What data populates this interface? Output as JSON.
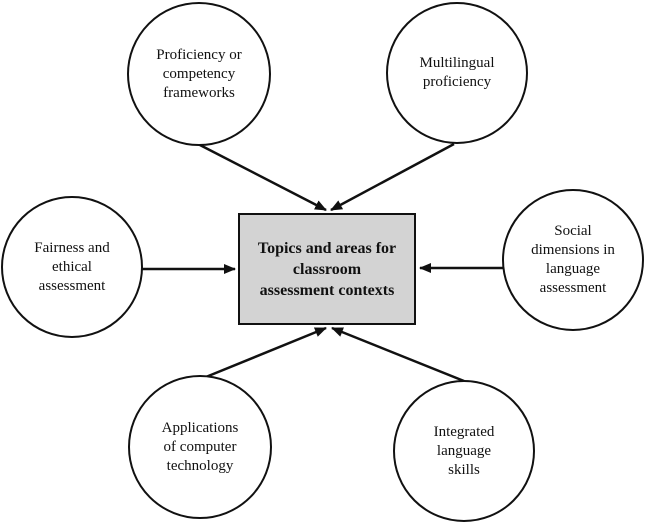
{
  "center": {
    "label": "Topics and areas for\nclassroom\nassessment contexts",
    "fill": "#d3d3d3"
  },
  "nodes": [
    {
      "id": "proficiency-frameworks",
      "label": "Proficiency or\ncompetency\nframeworks"
    },
    {
      "id": "multilingual-proficiency",
      "label": "Multilingual\nproficiency"
    },
    {
      "id": "fairness-ethical",
      "label": "Fairness and\nethical\nassessment"
    },
    {
      "id": "social-dimensions",
      "label": "Social\ndimensions in\nlanguage\nassessment"
    },
    {
      "id": "computer-technology",
      "label": "Applications\nof computer\ntechnology"
    },
    {
      "id": "integrated-skills",
      "label": "Integrated\nlanguage\nskills"
    }
  ],
  "colors": {
    "stroke": "#111111",
    "background": "#ffffff"
  }
}
